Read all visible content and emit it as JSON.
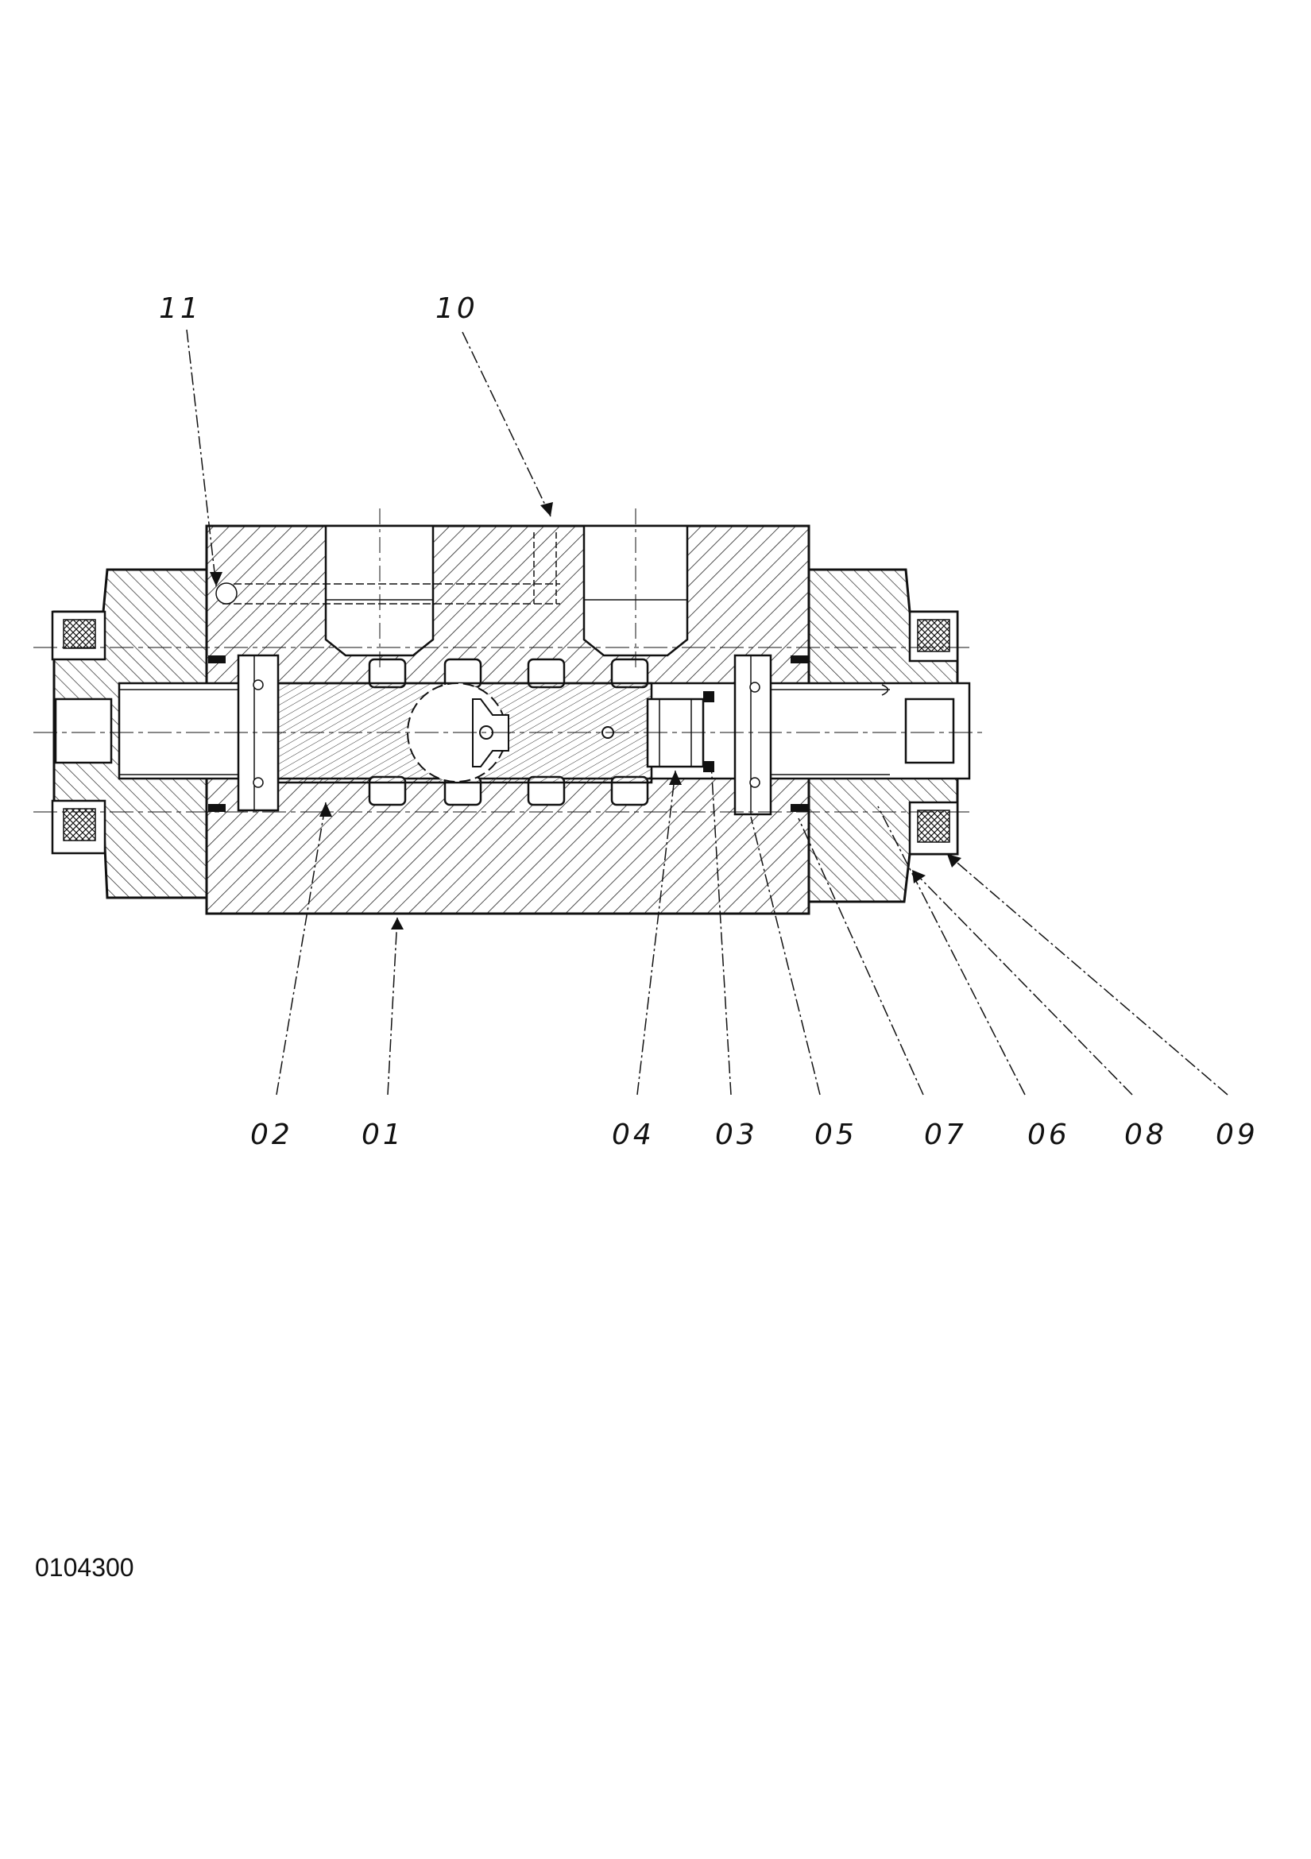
{
  "callouts": {
    "c11": "11",
    "c10": "10",
    "c02": "02",
    "c01": "01",
    "c04": "04",
    "c03": "03",
    "c05": "05",
    "c07": "07",
    "c06": "06",
    "c08": "08",
    "c09": "09"
  },
  "drawing_number": "0104300",
  "colors": {
    "ink": "#111111",
    "paper": "#ffffff"
  }
}
